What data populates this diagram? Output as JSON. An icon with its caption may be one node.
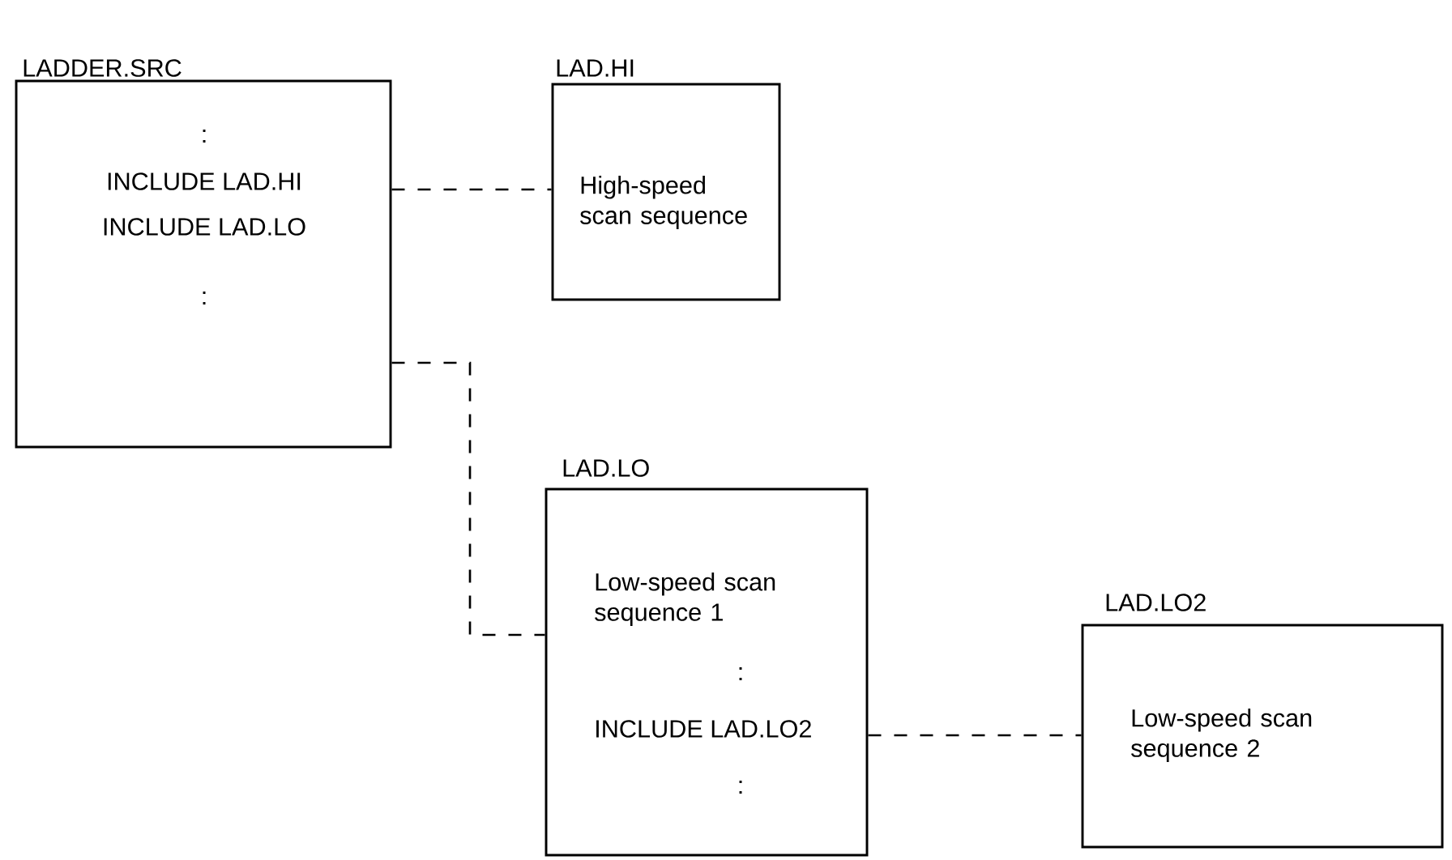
{
  "diagram": {
    "nodes": [
      {
        "text": [
          "LADDER.SRC",
          ":",
          "INCLUDE LAD.HI",
          "INCLUDE LAD.LO",
          ":"
        ]
      },
      {
        "text": [
          "LAD.HI",
          "High-speed scan sequence"
        ]
      },
      {
        "text": [
          "LAD.LO",
          "Low-speed scan sequence 1",
          ":",
          "INCLUDE LAD.LO2",
          ":"
        ]
      },
      {
        "text": [
          "LAD.LO2",
          "Low-speed scan sequence 2"
        ]
      }
    ],
    "edges": [
      {
        "from": 0,
        "to": 1,
        "arrow": "none",
        "style": "dashed"
      },
      {
        "from": 0,
        "to": 2,
        "arrow": "none",
        "style": "dashed"
      },
      {
        "from": 2,
        "to": 3,
        "arrow": "none",
        "style": "dashed"
      }
    ]
  }
}
